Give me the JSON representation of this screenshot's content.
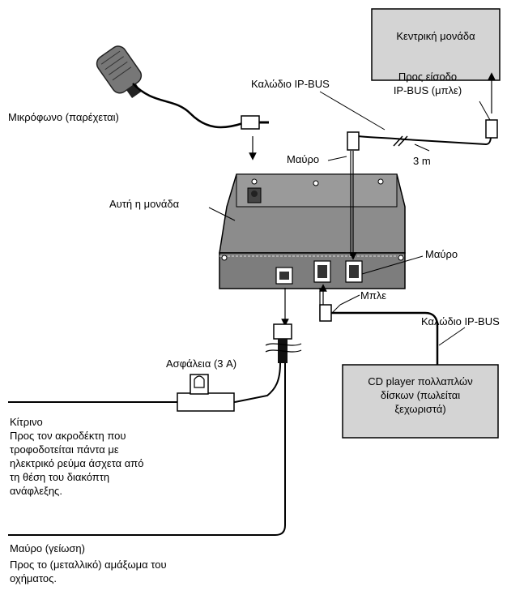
{
  "main_unit": "Κεντρική μονάδα",
  "ipbus_cable_top": "Καλώδιο IP-BUS",
  "ipbus_input": [
    "Προς είσοδο",
    "IP-BUS (μπλε)"
  ],
  "microphone": "Μικρόφωνο (παρέχεται)",
  "black_connector_top": "Μαύρο",
  "cable_length": "3 m",
  "this_unit": "Αυτή η μονάδα",
  "black_connector_right": "Μαύρο",
  "blue": "Μπλε",
  "ipbus_cable_bottom": "Καλώδιο IP-BUS",
  "fuse": "Ασφάλεια (3 A)",
  "cd_player": [
    "CD player πολλαπλών",
    "δίσκων (πωλείται",
    "ξεχωριστά)"
  ],
  "yellow_title": "Κίτρινο",
  "yellow_desc": [
    "Προς τον ακροδέκτη που",
    "τροφοδοτείται πάντα με",
    "ηλεκτρικό ρεύμα άσχετα από",
    "τη θέση του διακόπτη",
    "ανάφλεξης."
  ],
  "black_ground_title": "Μαύρο (γείωση)",
  "black_ground_desc": [
    "Προς το (μεταλλικό) αμάξωμα του",
    "οχήματος."
  ]
}
